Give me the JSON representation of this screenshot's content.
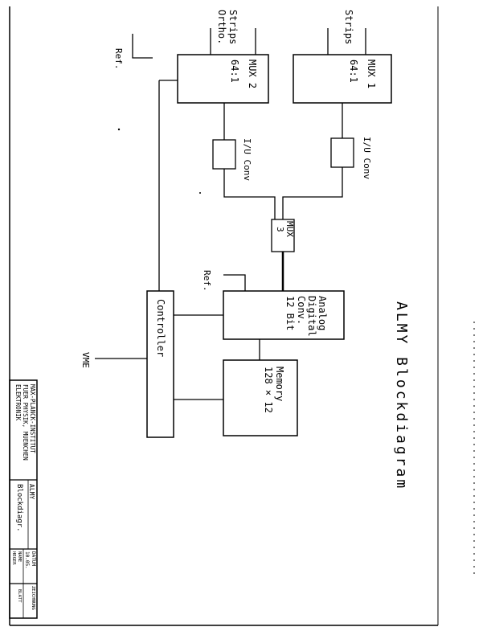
{
  "title": "ALMY   Blockdiagram",
  "blocks": {
    "mux1": {
      "name": "MUX 1",
      "ratio": "64:1"
    },
    "mux2": {
      "name": "MUX 2",
      "ratio": "64:1"
    },
    "iu_conv_1": "I/U Conv",
    "iu_conv_2": "I/U Conv",
    "mux3": {
      "name": "MUX",
      "num": "3"
    },
    "adc": {
      "line1": "Analog",
      "line2": "Digital",
      "line3": "Conv.",
      "line4": "12 Bit"
    },
    "memory": {
      "line1": "Memory",
      "line2": "128 × 12"
    },
    "controller": "Controller"
  },
  "labels": {
    "strips_mux1": "Strips",
    "strips_mux2_line1": "Strips",
    "strips_mux2_line2": "Ortho.",
    "ref_top": "Ref.",
    "ref_adc": "Ref.",
    "vme": "VME"
  },
  "title_block": {
    "institute_line1": "MAX-PLANCK-INSTITUT",
    "institute_line2": "FUER PHYSIK, MUENCHEN",
    "institute_line3": "ELEKTRONIK",
    "project": "ALMY",
    "drawing": "Blockdiagr.",
    "date_label": "DATUM",
    "date_value": "10.05.",
    "name_label": "NAME",
    "name_value": "HEGER",
    "zeichnung_label": "ZEICHNUNG",
    "blatt_label": "BLATT"
  }
}
